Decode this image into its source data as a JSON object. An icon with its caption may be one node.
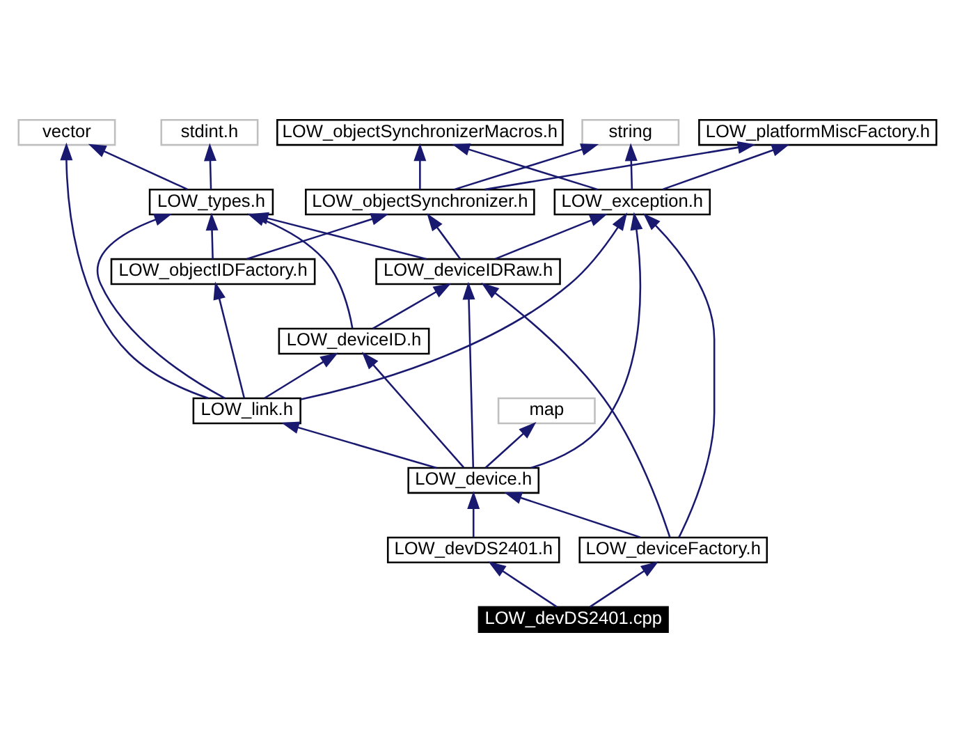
{
  "diagram": {
    "nodes": [
      {
        "text": [
          "LOW_objectSynchronizerMacros.h"
        ]
      },
      {
        "text": [
          "string"
        ]
      },
      {
        "text": [
          "LOW_platformMiscFactory.h"
        ]
      },
      {
        "text": [
          "stdint.h"
        ]
      },
      {
        "text": [
          "vector"
        ]
      },
      {
        "text": [
          "LOW_exception.h"
        ]
      },
      {
        "text": [
          "LOW_objectSynchronizer.h"
        ]
      },
      {
        "text": [
          "LOW_types.h"
        ]
      },
      {
        "text": [
          "LOW_deviceIDRaw.h"
        ]
      },
      {
        "text": [
          "LOW_objectIDFactory.h"
        ]
      },
      {
        "text": [
          "LOW_deviceID.h"
        ]
      },
      {
        "text": [
          "LOW_link.h"
        ]
      },
      {
        "text": [
          "map"
        ]
      },
      {
        "text": [
          "LOW_device.h"
        ]
      },
      {
        "text": [
          "LOW_deviceFactory.h"
        ]
      },
      {
        "text": [
          "LOW_devDS2401.h"
        ]
      },
      {
        "text": [
          "LOW_devDS2401.cpp"
        ]
      }
    ],
    "edges": [
      {
        "from": 5,
        "to": 0,
        "arrow": "to"
      },
      {
        "from": 5,
        "to": 1,
        "arrow": "to"
      },
      {
        "from": 5,
        "to": 2,
        "arrow": "to"
      },
      {
        "from": 6,
        "to": 0,
        "arrow": "to"
      },
      {
        "from": 6,
        "to": 1,
        "arrow": "to"
      },
      {
        "from": 6,
        "to": 2,
        "arrow": "to"
      },
      {
        "from": 7,
        "to": 3,
        "arrow": "to"
      },
      {
        "from": 7,
        "to": 4,
        "arrow": "to"
      },
      {
        "from": 8,
        "to": 5,
        "arrow": "to"
      },
      {
        "from": 8,
        "to": 6,
        "arrow": "to"
      },
      {
        "from": 8,
        "to": 7,
        "arrow": "to"
      },
      {
        "from": 9,
        "to": 6,
        "arrow": "to"
      },
      {
        "from": 9,
        "to": 7,
        "arrow": "to"
      },
      {
        "from": 10,
        "to": 8,
        "arrow": "to"
      },
      {
        "from": 10,
        "to": 7,
        "arrow": "to"
      },
      {
        "from": 11,
        "to": 5,
        "arrow": "to"
      },
      {
        "from": 11,
        "to": 9,
        "arrow": "to"
      },
      {
        "from": 11,
        "to": 10,
        "arrow": "to"
      },
      {
        "from": 11,
        "to": 7,
        "arrow": "to"
      },
      {
        "from": 11,
        "to": 4,
        "arrow": "to"
      },
      {
        "from": 13,
        "to": 5,
        "arrow": "to"
      },
      {
        "from": 13,
        "to": 8,
        "arrow": "to"
      },
      {
        "from": 13,
        "to": 10,
        "arrow": "to"
      },
      {
        "from": 13,
        "to": 11,
        "arrow": "to"
      },
      {
        "from": 13,
        "to": 12,
        "arrow": "to"
      },
      {
        "from": 14,
        "to": 5,
        "arrow": "to"
      },
      {
        "from": 14,
        "to": 8,
        "arrow": "to"
      },
      {
        "from": 14,
        "to": 13,
        "arrow": "to"
      },
      {
        "from": 15,
        "to": 13,
        "arrow": "to"
      },
      {
        "from": 16,
        "to": 14,
        "arrow": "to"
      },
      {
        "from": 16,
        "to": 15,
        "arrow": "to"
      }
    ]
  }
}
